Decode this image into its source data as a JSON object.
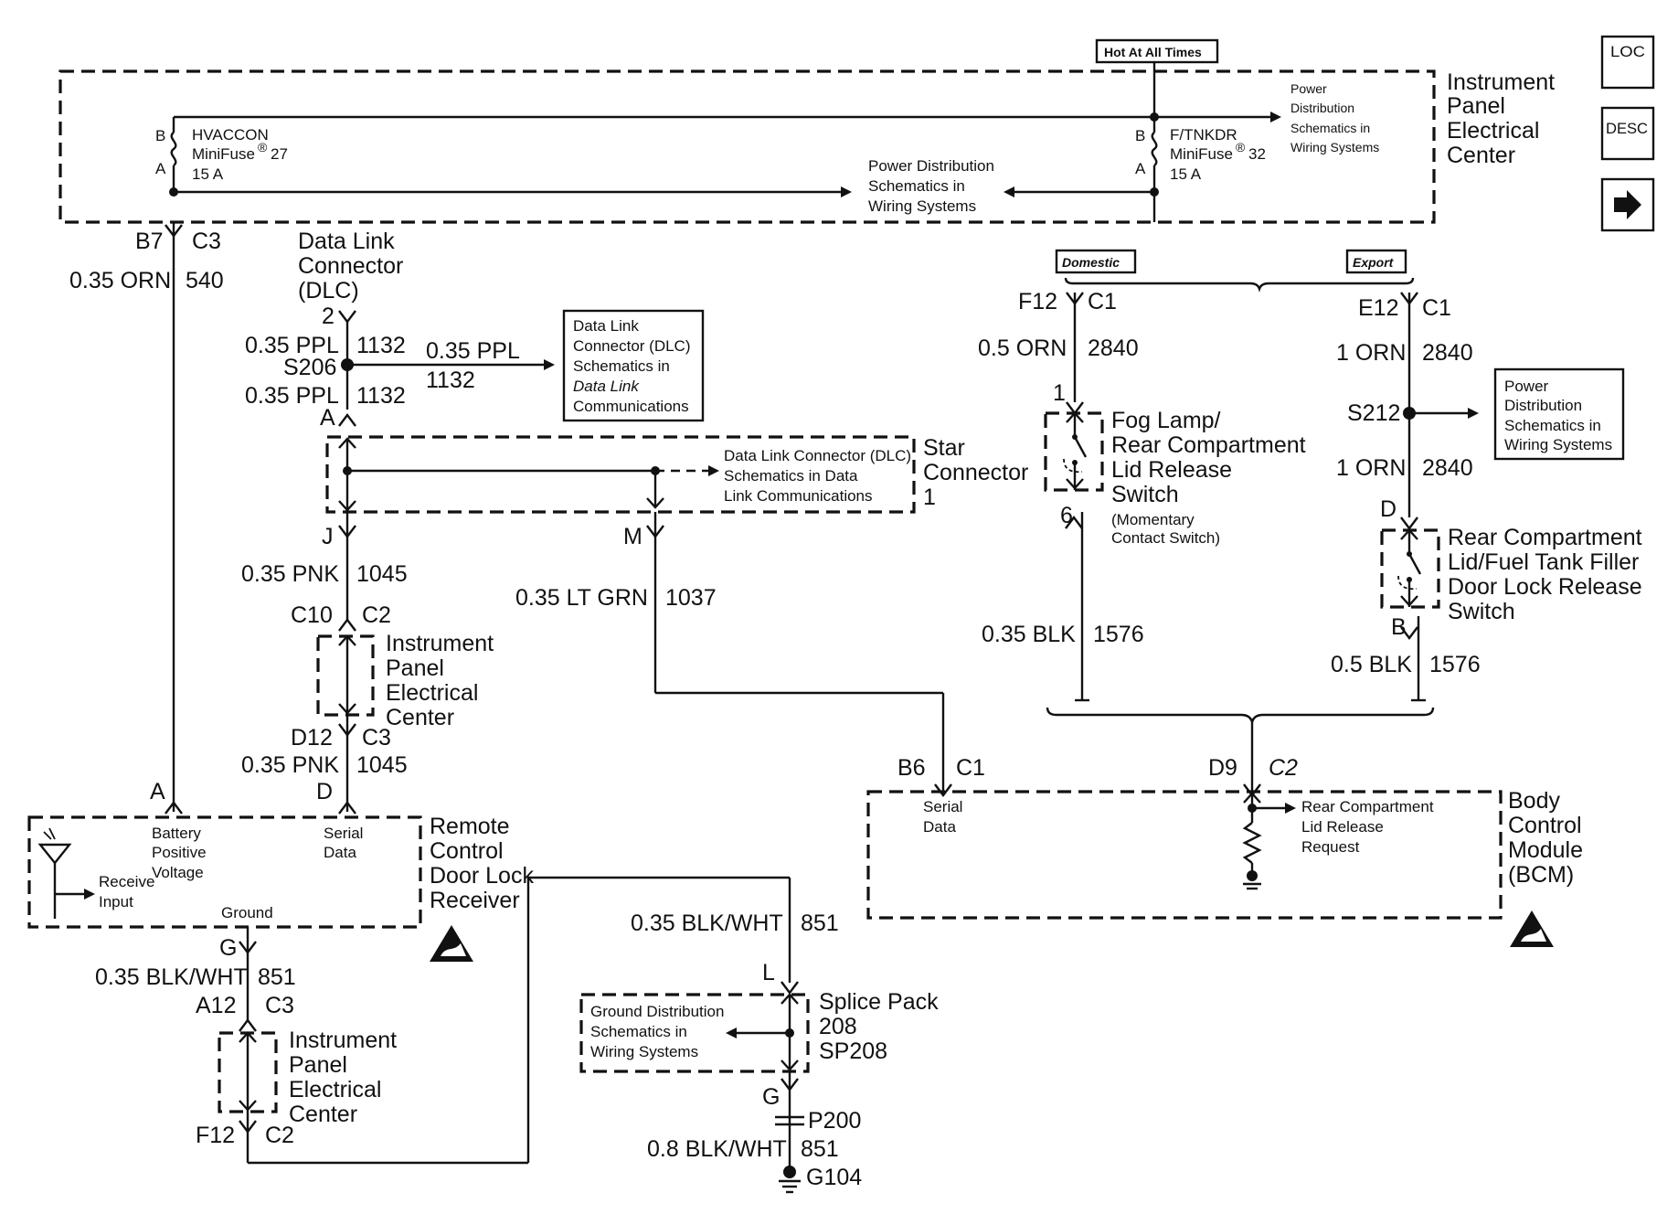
{
  "nav": {
    "loc": "LOC",
    "desc": "DESC"
  },
  "labels": {
    "hot": "Hot At All Times",
    "ipec_title": [
      "Instrument",
      "Panel",
      "Electrical",
      "Center"
    ],
    "pd_ref_top": [
      "Power",
      "Distribution",
      "Schematics in",
      "Wiring Systems"
    ],
    "pd_ref_mid": [
      "Power Distribution",
      "Schematics in",
      "Wiring Systems"
    ],
    "fuse27": {
      "b": "B",
      "a": "A",
      "name": "HVACCON",
      "mini": "MiniFuse",
      "num": "27",
      "amp": "15 A"
    },
    "fuse32": {
      "b": "B",
      "a": "A",
      "name": "F/TNKDR",
      "mini": "MiniFuse",
      "num": "32",
      "amp": "15 A"
    },
    "b7": "B7",
    "c3a": "C3",
    "w540a": "0.35 ORN",
    "w540b": "540",
    "dlc_title": [
      "Data Link",
      "Connector",
      "(DLC)"
    ],
    "pin2": "2",
    "s206": "S206",
    "w1132a": "0.35 PPL",
    "w1132b": "1132",
    "w1132c": "0.35 PPL",
    "w1132d": "1132",
    "w1132e": "0.35 PPL",
    "w1132f": "1132",
    "pinA_dlc": "A",
    "dlc_ref": [
      "Data Link",
      "Connector (DLC)",
      "Schematics in",
      "Data Link",
      "Communications"
    ],
    "star_ref": [
      "Data Link Connector (DLC)",
      "Schematics in Data",
      "Link Communications"
    ],
    "star_title": [
      "Star",
      "Connector",
      "1"
    ],
    "pinJ": "J",
    "pinM": "M",
    "w1045a": "0.35 PNK",
    "w1045b": "1045",
    "c10": "C10",
    "c2a": "C2",
    "ipec2_title": [
      "Instrument",
      "Panel",
      "Electrical",
      "Center"
    ],
    "d12": "D12",
    "c3b": "C3",
    "w1045c": "0.35 PNK",
    "w1045d": "1045",
    "pinA_rcv": "A",
    "pinD_rcv": "D",
    "w1037a": "0.35 LT GRN",
    "w1037b": "1037",
    "rcv_batt": [
      "Battery",
      "Positive",
      "Voltage"
    ],
    "rcv_serial": [
      "Serial",
      "Data"
    ],
    "rcv_input": [
      "Receive",
      "Input"
    ],
    "rcv_ground": "Ground",
    "rcv_title": [
      "Remote",
      "Control",
      "Door Lock",
      "Receiver"
    ],
    "pinG_rcv": "G",
    "w851a": "0.35 BLK/WHT",
    "w851b": "851",
    "a12": "A12",
    "c3c": "C3",
    "ipec3_title": [
      "Instrument",
      "Panel",
      "Electrical",
      "Center"
    ],
    "f12b": "F12",
    "c2b": "C2",
    "w851c": "0.35 BLK/WHT",
    "w851d": "851",
    "pinL": "L",
    "gd_ref": [
      "Ground Distribution",
      "Schematics in",
      "Wiring Systems"
    ],
    "sp_title": [
      "Splice Pack",
      "208",
      "SP208"
    ],
    "pinG_sp": "G",
    "p200": "P200",
    "w851e": "0.8 BLK/WHT",
    "w851f": "851",
    "g104": "G104",
    "domestic": "Domestic",
    "export": "Export",
    "f12a": "F12",
    "c1a": "C1",
    "w2840a": "0.5 ORN",
    "w2840b": "2840",
    "pin1": "1",
    "fog_title": [
      "Fog Lamp/",
      "Rear Compartment",
      "Lid Release",
      "Switch"
    ],
    "fog_note": [
      "(Momentary",
      "Contact Switch)"
    ],
    "pin6": "6",
    "w1576a": "0.35 BLK",
    "w1576b": "1576",
    "e12": "E12",
    "c1b": "C1",
    "w2840c": "1 ORN",
    "w2840d": "2840",
    "s212": "S212",
    "pd_ref_right": [
      "Power",
      "Distribution",
      "Schematics in",
      "Wiring Systems"
    ],
    "w2840e": "1 ORN",
    "w2840f": "2840",
    "pinD_rc": "D",
    "rc_title": [
      "Rear Compartment",
      "Lid/Fuel Tank Filler",
      "Door Lock Release",
      "Switch"
    ],
    "pinB_rc": "B",
    "w1576c": "0.5 BLK",
    "w1576d": "1576",
    "b6": "B6",
    "c1c": "C1",
    "d9": "D9",
    "c2c": "C2",
    "bcm_serial": [
      "Serial",
      "Data"
    ],
    "bcm_req": [
      "Rear Compartment",
      "Lid Release",
      "Request"
    ],
    "bcm_title": [
      "Body",
      "Control",
      "Module",
      "(BCM)"
    ]
  }
}
